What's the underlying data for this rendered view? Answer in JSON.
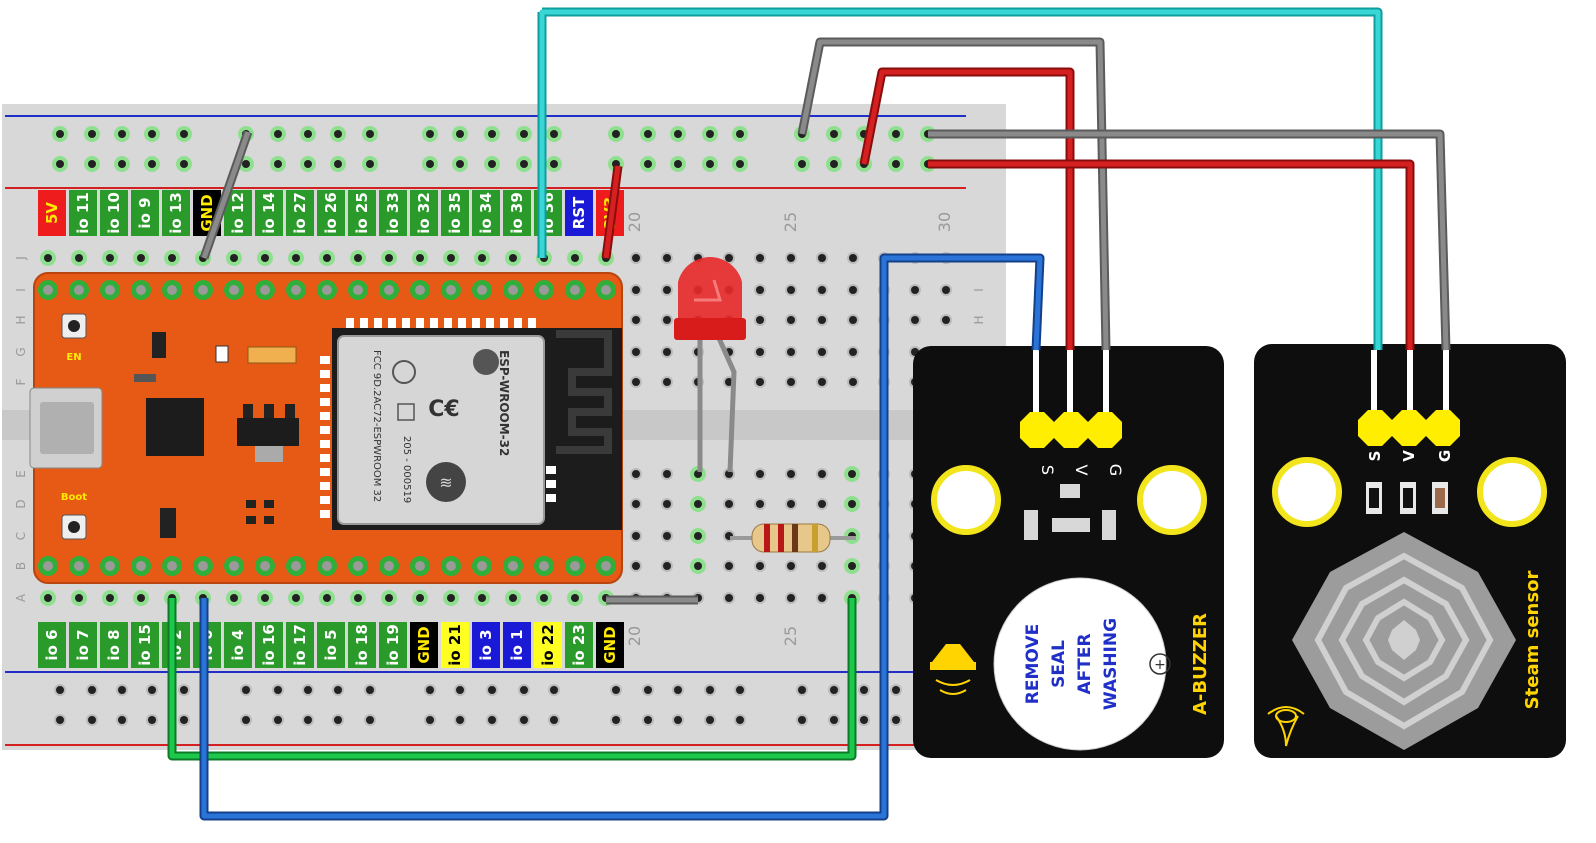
{
  "board": {
    "top_pins": [
      "5V",
      "io 11",
      "io 10",
      "io 9",
      "io 13",
      "GND",
      "io 12",
      "io 14",
      "io 27",
      "io 26",
      "io 25",
      "io 33",
      "io 32",
      "io 35",
      "io 34",
      "io 39",
      "io 36",
      "RST",
      "3V3"
    ],
    "bottom_pins": [
      "io 6",
      "io 7",
      "io 8",
      "io 15",
      "io 2",
      "io 0",
      "io 4",
      "io 16",
      "io 17",
      "io 5",
      "io 18",
      "io 19",
      "GND",
      "io 21",
      "io 3",
      "io 1",
      "io 22",
      "io 23",
      "GND"
    ],
    "pin_colors": {
      "5V": "#ee1c1c",
      "GND": "#000000",
      "RST": "#1a1ad6",
      "3V3": "#ee1c1c",
      "io 21": "#ffff22",
      "io 22": "#ffff22",
      "io 3": "#1a1ad6",
      "io 1": "#1a1ad6"
    },
    "en_label": "EN",
    "boot_label": "Boot",
    "module_lines": [
      "ESP-WROOM-32",
      "FCC  9D.2AC72-ESPWROOM 32",
      "205 - 000519"
    ],
    "color": "#e65a16"
  },
  "breadboard": {
    "row_letters_top": [
      "J",
      "I",
      "H",
      "G",
      "F"
    ],
    "row_letters_bottom": [
      "E",
      "D",
      "C",
      "B",
      "A"
    ],
    "col_numbers": [
      "20",
      "25",
      "30"
    ]
  },
  "buzzer_module": {
    "name": "A-BUZZER",
    "pins": [
      "S",
      "V",
      "G"
    ],
    "seal_lines": [
      "REMOVE",
      "SEAL",
      "AFTER",
      "WASHING"
    ]
  },
  "steam_module": {
    "name": "Steam sensor",
    "pins": [
      "S",
      "V",
      "G"
    ]
  },
  "wire_colors": {
    "cyan": "#1ec6c6",
    "gray": "#7b7b7b",
    "red": "#c81414",
    "blue": "#1f63c9",
    "green": "#14b43c"
  }
}
